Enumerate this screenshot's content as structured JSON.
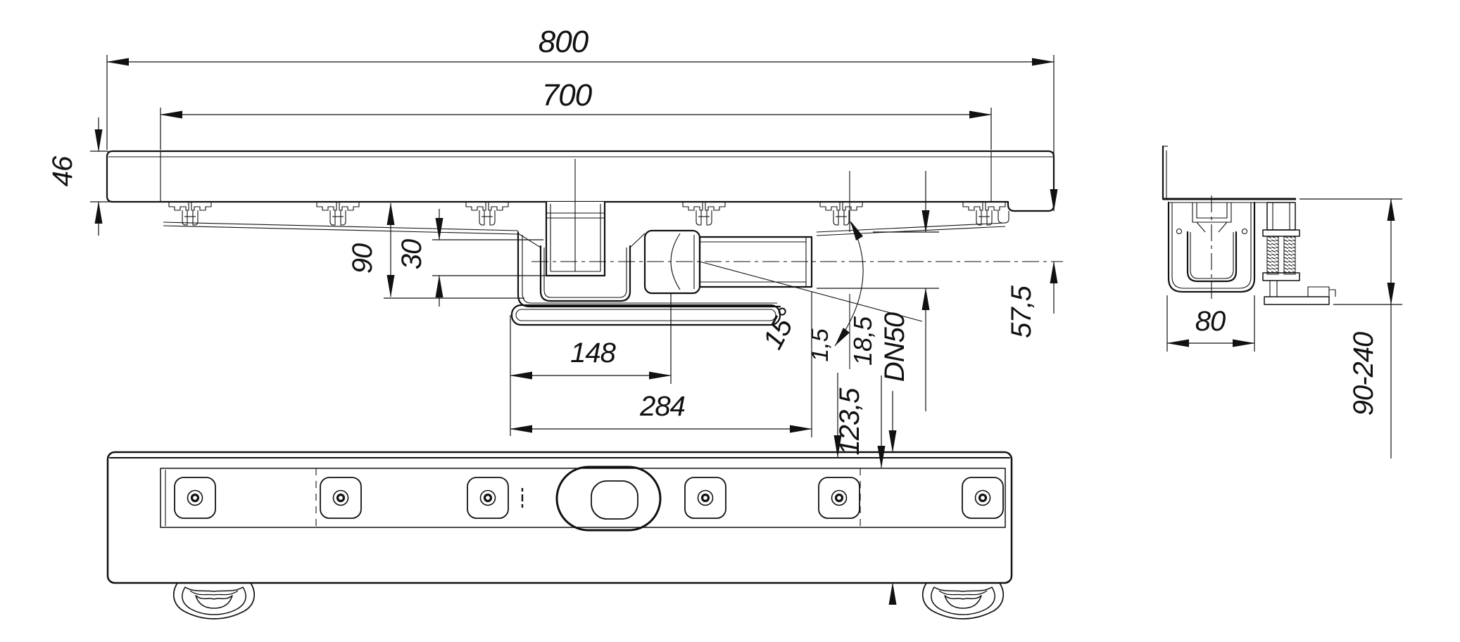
{
  "drawing": {
    "type": "technical-drawing",
    "product": "linear shower channel drain with adjustable feet",
    "views": {
      "front": "front sectional view",
      "side": "side sectional view",
      "bottom": "bottom view"
    }
  },
  "dimensions": {
    "overall_length": "800",
    "grate_length": "700",
    "flange_height": "46",
    "body_depth": "90",
    "trap_depth": "30",
    "outlet_offset_near": "148",
    "outlet_offset_far": "284",
    "outlet_angle": "15°",
    "outlet_pipe_size": "DN50",
    "outlet_axis_height": "57,5",
    "channel_width": "80",
    "height_adjust_range": "90-240",
    "top_edge_gap": "1,5",
    "tile_edge_height": "18,5",
    "base_plate_width": "123,5"
  }
}
